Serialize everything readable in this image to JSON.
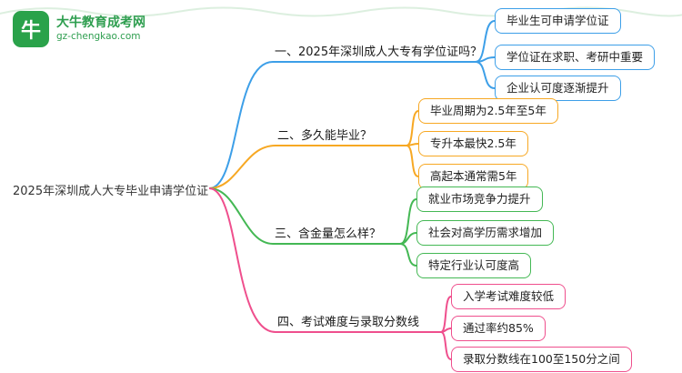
{
  "logo": {
    "title": "大牛教育成考网",
    "url": "gz-chengkao.com",
    "icon_glyph": "牛",
    "icon_name": "bull-logo-icon",
    "color": "#2e9e4f"
  },
  "root": {
    "label": "2025年深圳成人大专毕业申请学位证"
  },
  "branches": [
    {
      "label": "一、2025年深圳成人大专有学位证吗？",
      "color": "#3d9fe8",
      "children": [
        {
          "text": "毕业生可申请学位证"
        },
        {
          "text": "学位证在求职、考研中重要"
        },
        {
          "text": "企业认可度逐渐提升"
        }
      ]
    },
    {
      "label": "二、多久能毕业？",
      "color": "#f7a823",
      "children": [
        {
          "text": "毕业周期为2.5年至5年"
        },
        {
          "text": "专升本最快2.5年"
        },
        {
          "text": "高起本通常需5年"
        }
      ]
    },
    {
      "label": "三、含金量怎么样？",
      "color": "#44b854",
      "children": [
        {
          "text": "就业市场竞争力提升"
        },
        {
          "text": "社会对高学历需求增加"
        },
        {
          "text": "特定行业认可度高"
        }
      ]
    },
    {
      "label": "四、考试难度与录取分数线",
      "color": "#ef4f8d",
      "children": [
        {
          "text": "入学考试难度较低"
        },
        {
          "text": "通过率约85%"
        },
        {
          "text": "录取分数线在100至150分之间"
        }
      ]
    }
  ]
}
